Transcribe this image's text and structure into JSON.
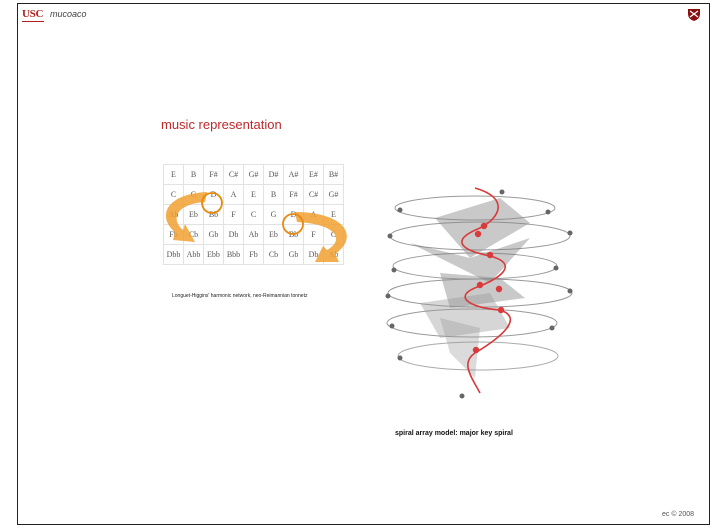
{
  "header": {
    "logo_text": "USC",
    "brand": "mucoaco"
  },
  "slide": {
    "title": "music representation",
    "tonnetz": {
      "rows": [
        [
          "E",
          "B",
          "F#",
          "C#",
          "G#",
          "D#",
          "A#",
          "E#",
          "B#"
        ],
        [
          "C",
          "G",
          "D",
          "A",
          "E",
          "B",
          "F#",
          "C#",
          "G#"
        ],
        [
          "Ab",
          "Eb",
          "Bb",
          "F",
          "C",
          "G",
          "D",
          "A",
          "E"
        ],
        [
          "Fb",
          "Cb",
          "Gb",
          "Db",
          "Ab",
          "Eb",
          "Bb",
          "F",
          "C"
        ],
        [
          "Dbb",
          "Abb",
          "Ebb",
          "Bbb",
          "Fb",
          "Cb",
          "Gb",
          "Db",
          "Ab"
        ]
      ],
      "caption": "Longuet-Higgins' harmonic network, neo-Reimannian tonnetz"
    },
    "spiral_caption": "spiral array model: major key spiral"
  },
  "footer": {
    "copyright": "ec © 2008"
  },
  "colors": {
    "accent_red": "#c0282b",
    "arrow_orange": "#f0a030",
    "circle_orange": "#e88a10",
    "spiral_red": "#d93a3a"
  },
  "icons": {
    "shield": "shield-icon"
  }
}
